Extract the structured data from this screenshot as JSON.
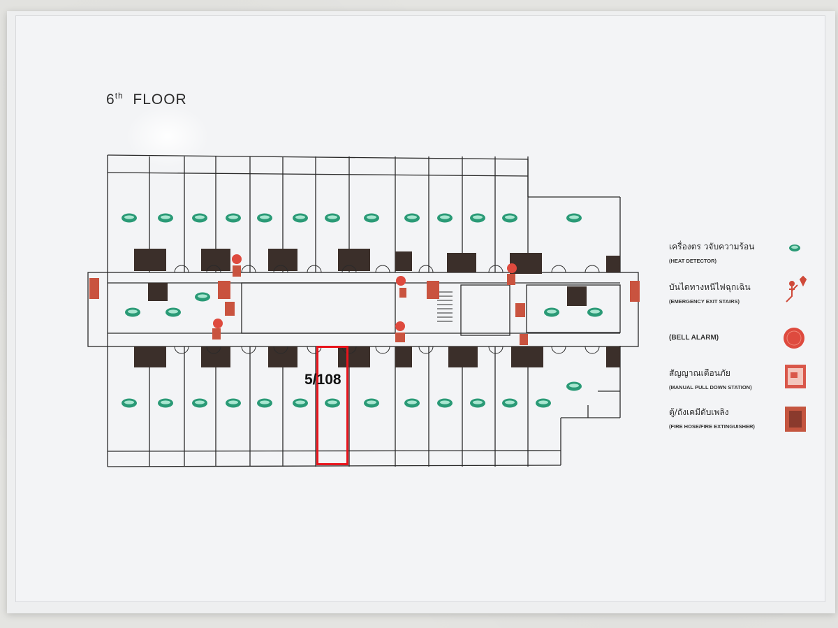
{
  "sign": {
    "floor_number": "6",
    "floor_suffix": "th",
    "floor_word": "FLOOR"
  },
  "marker": {
    "room_label": "5/108",
    "highlight_color": "#e8141c"
  },
  "legend": [
    {
      "thai": "เครื่องตร วจับความร้อน",
      "english": "(HEAT DETECTOR)",
      "icon": "heat-detector-icon"
    },
    {
      "thai": "บันไดทางหนีไฟฉุกเฉิน",
      "english": "(EMERGENCY EXIT STAIRS)",
      "icon": "emergency-exit-icon"
    },
    {
      "thai": "",
      "english": "(BELL ALARM)",
      "icon": "bell-alarm-icon"
    },
    {
      "thai": "สัญญาณเตือนภัย",
      "english": "(MANUAL PULL DOWN STATION)",
      "icon": "pull-station-icon"
    },
    {
      "thai": "ตู้/ถังเคมีดับเพลิง",
      "english": "(FIRE HOSE/FIRE EXTINGUISHER)",
      "icon": "fire-hose-icon"
    }
  ],
  "colors": {
    "wall": "#2a2a2a",
    "detector": "#2a9a76",
    "fire_red": "#cf4a3a",
    "bathroom": "#3b2f2a"
  }
}
